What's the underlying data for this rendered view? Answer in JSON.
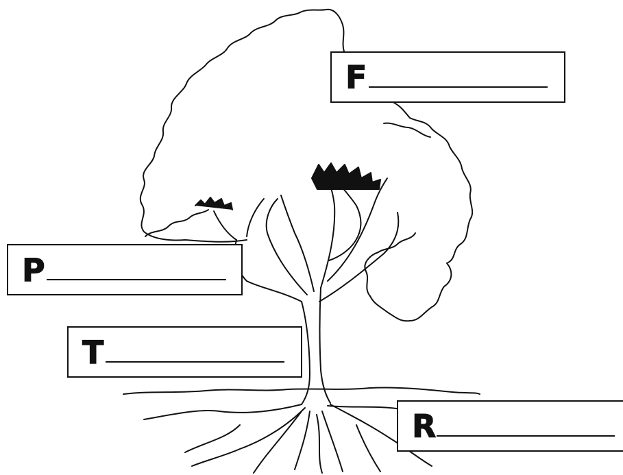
{
  "labels": {
    "f": {
      "letter": "F"
    },
    "p": {
      "letter": "P"
    },
    "t": {
      "letter": "T"
    },
    "r": {
      "letter": "R"
    }
  }
}
